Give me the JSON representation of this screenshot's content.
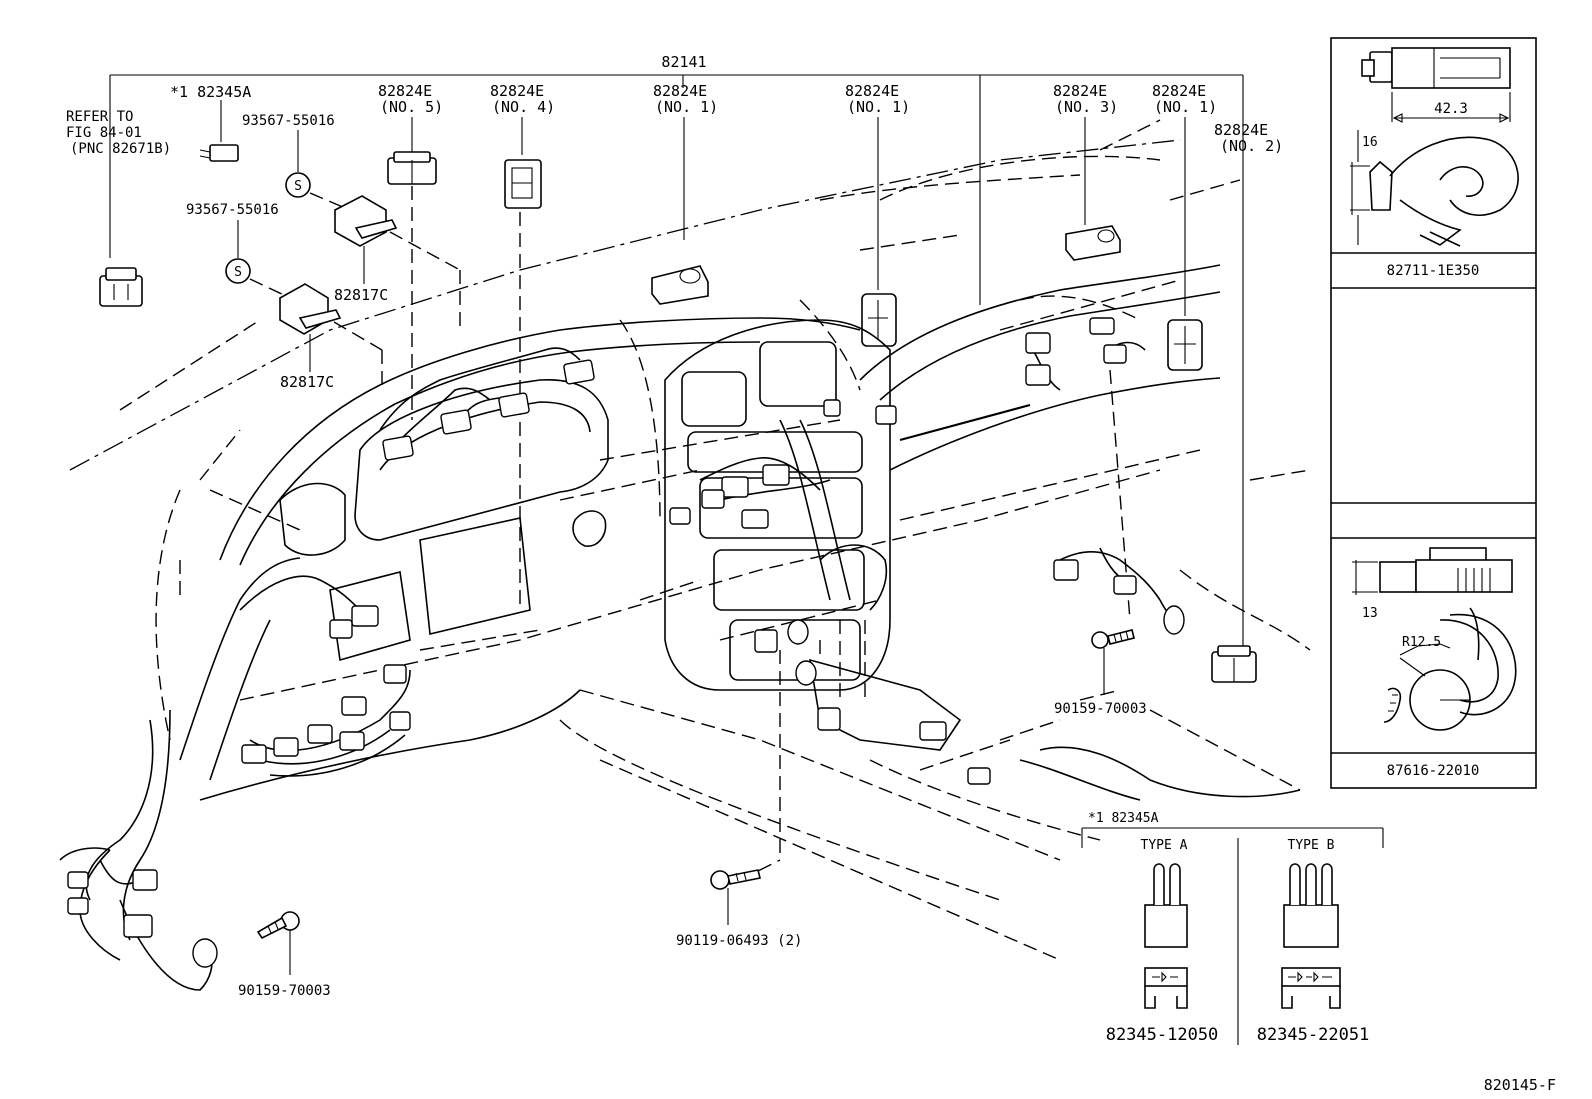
{
  "diagram_id": "820145-F",
  "labels": {
    "main_harness": "82141",
    "refer_line1": "REFER TO",
    "refer_line2": "FIG 84-01",
    "refer_line3": "(PNC 82671B)",
    "relay_top": "*1 82345A",
    "screw_1": "93567-55016",
    "screw_2": "93567-55016",
    "bracket_1": "82817C",
    "bracket_2": "82817C",
    "c5_part": "82824E",
    "c5_no": "(NO. 5)",
    "c4_part": "82824E",
    "c4_no": "(NO. 4)",
    "c1a_part": "82824E",
    "c1a_no": "(NO. 1)",
    "c1b_part": "82824E",
    "c1b_no": "(NO. 1)",
    "c3_part": "82824E",
    "c3_no": "(NO. 3)",
    "c1c_part": "82824E",
    "c1c_no": "(NO. 1)",
    "c2_part": "82824E",
    "c2_no": "(NO. 2)",
    "bolt_right": "90159-70003",
    "bolt_left": "90159-70003",
    "bolt_center": "90119-06493 (2)",
    "screw_badge": "S"
  },
  "inset_clip_top": {
    "part": "82711-1E350",
    "dim_width": "42.3",
    "dim_height": "16"
  },
  "inset_clip_bottom": {
    "part": "87616-22010",
    "dim_height": "13",
    "dim_radius": "R12.5"
  },
  "relay_types": {
    "title": "*1 82345A",
    "type_a_label": "TYPE A",
    "type_b_label": "TYPE B",
    "type_a_part": "82345-12050",
    "type_b_part": "82345-22051"
  }
}
